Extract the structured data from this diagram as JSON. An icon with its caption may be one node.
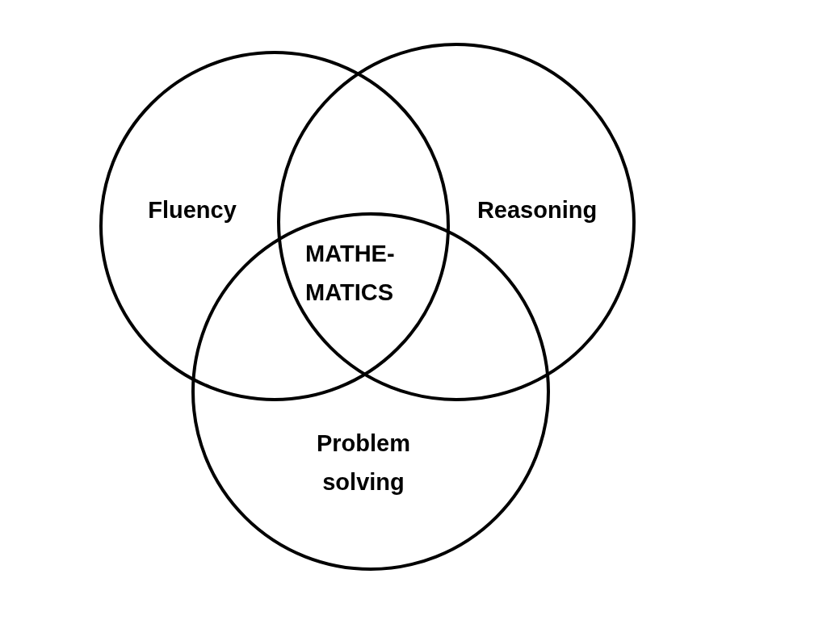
{
  "diagram": {
    "nodes": [
      {
        "text": [
          "Fluency"
        ]
      },
      {
        "text": [
          "Reasoning"
        ]
      },
      {
        "text": [
          "Problem solving"
        ]
      }
    ],
    "labels": [
      "MATHE- MATICS"
    ]
  }
}
